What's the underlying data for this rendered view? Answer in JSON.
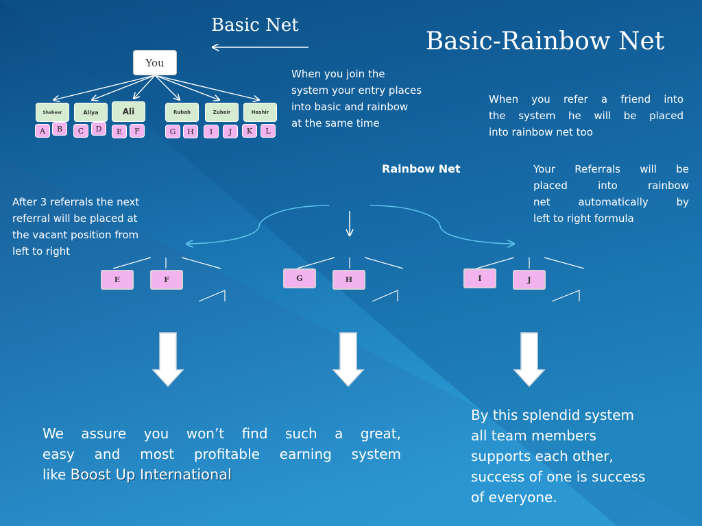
{
  "title": "Basic-Rainbow Net",
  "basic_net": {
    "label": "Basic Net",
    "root": "You",
    "children": [
      "Shaheer",
      "Aliya",
      "Ali",
      "Rubab",
      "Zubair",
      "Hashir"
    ],
    "grandchildren": [
      "A",
      "B",
      "C",
      "D",
      "E",
      "F",
      "G",
      "H",
      "I",
      "J",
      "K",
      "L"
    ]
  },
  "rainbow_net": {
    "label": "Rainbow Net",
    "groups": [
      {
        "left": "E",
        "right": "F"
      },
      {
        "left": "G",
        "right": "H"
      },
      {
        "left": "I",
        "right": "J"
      }
    ]
  },
  "notes": {
    "join": [
      "When you join the",
      "system your entry places",
      "into basic and rainbow",
      "at the same time"
    ],
    "refer": [
      "When you refer a friend into",
      "the system he will be placed",
      "into rainbow net too"
    ],
    "referrals": [
      "Your Referrals will be",
      "placed into rainbow",
      "net automatically by",
      "left to right formula"
    ],
    "after3": [
      "After 3 referrals the next",
      "referral will be placed at",
      "the vacant position from",
      "left to right"
    ],
    "assure": [
      "We assure you won’t find such a great,",
      "easy and most profitable earning system"
    ],
    "assure_prefix": "like ",
    "brand": "Boost Up International",
    "splendid": [
      "By this splendid system",
      "all team members",
      "supports each other,",
      "success of one is success",
      "of everyone."
    ]
  },
  "colors": {
    "bg_top": "#0e4f86",
    "bg_bottom": "#2a9fd8",
    "node_green": "#d6ecd0",
    "node_pink": "#f2b3ef",
    "arrow_light": "#5bc3ea"
  }
}
